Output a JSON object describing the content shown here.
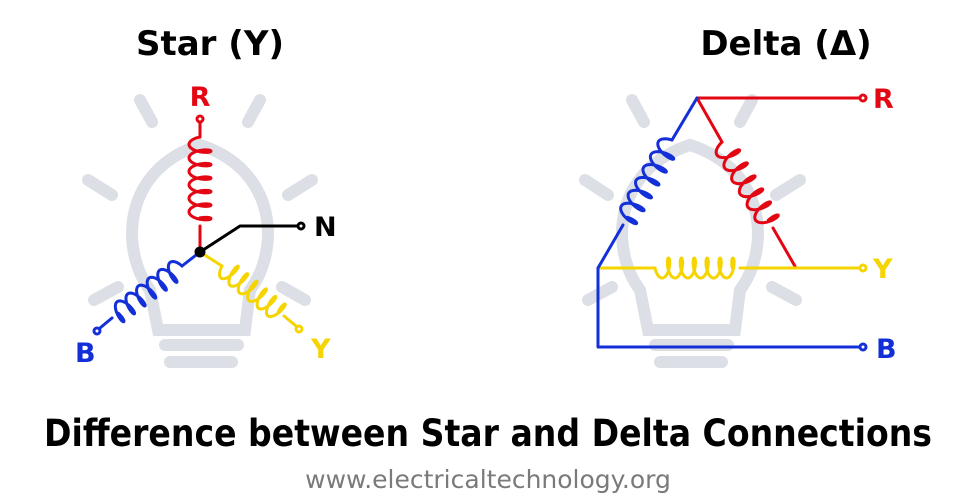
{
  "star": {
    "title": "Star (Y)",
    "labels": {
      "r": "R",
      "n": "N",
      "b": "B",
      "y": "Y"
    }
  },
  "delta": {
    "title": "Delta (Δ)",
    "labels": {
      "r": "R",
      "y": "Y",
      "b": "B"
    }
  },
  "heading": "Difference between Star and Delta Connections",
  "website": "www.electricaltechnology.org",
  "colors": {
    "red": "#e30613",
    "yellow": "#f5d400",
    "blue": "#1330d8",
    "black": "#000000",
    "watermark": "#dcdfe6",
    "url_gray": "#7a7a7a"
  },
  "watermark_icon": "lightbulb-icon"
}
